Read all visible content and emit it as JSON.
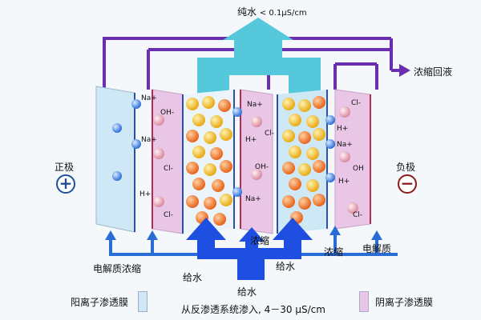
{
  "labels": {
    "pure_water": "纯水",
    "pure_water_spec": "< 0.1μS/cm",
    "concentrate_return": "浓缩回液",
    "anode": "正极",
    "cathode": "负极",
    "electrolyte_concentrate": "电解质浓缩",
    "feed_left": "给水",
    "concentrate_mid": "浓缩",
    "feed_right": "给水",
    "concentrate_right": "浓缩",
    "electrolyte_right": "电解质",
    "feed_bottom": "给水",
    "feed_source": "从反渗透系统渗入, 4－30 μS/cm"
  },
  "legend": {
    "cation_membrane": "阳离子渗透膜",
    "anion_membrane": "阴离子渗透膜"
  },
  "symbols": {
    "plus": "+",
    "minus": "−"
  },
  "ions": {
    "left_na1": "Na+",
    "left_oh": "OH-",
    "left_na2": "Na+",
    "left_cl1": "Cl-",
    "left_h": "H+",
    "left_cl2": "Cl-",
    "mid_na1": "Na+",
    "mid_cl": "Cl-",
    "mid_h": "H+",
    "mid_oh": "OH-",
    "mid_na2": "Na+",
    "right_cl": "Cl-",
    "right_h1": "H+",
    "right_na": "Na+",
    "right_oh": "OH",
    "right_h2": "H+",
    "right_cl2": "Cl-"
  },
  "colors": {
    "concentrate_line": "#6a2fb0",
    "electrolyte_arrow": "#2a6cd6",
    "feed_arrow": "#1f4fe0",
    "pure_water_arrow": "#55c8dc",
    "cation_membrane": "#cfe8f5",
    "anion_membrane": "#e9c6e6",
    "anode": "#1f4f9a",
    "cathode": "#8c1a1a"
  }
}
